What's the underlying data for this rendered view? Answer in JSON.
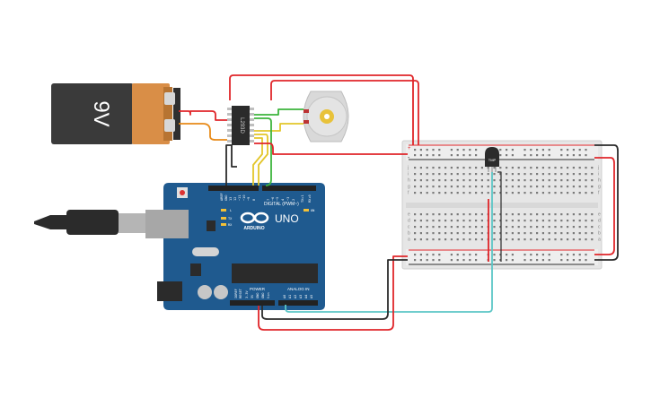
{
  "battery": {
    "label": "9V",
    "body_color": "#3a3a3a",
    "cap_color": "#d98e47"
  },
  "driver_chip": {
    "label": "L293D"
  },
  "motor": {
    "hub_color": "#e8c23a"
  },
  "arduino": {
    "board_color": "#1f5a8f",
    "logo_text": "ARDUINO",
    "model": "UNO",
    "header_digital": "DIGITAL (PWM~)",
    "header_power": "POWER",
    "header_analog": "ANALOG IN",
    "label_aref": "AREF",
    "label_gnd": "GND",
    "label_13": "13",
    "label_12": "12",
    "label_11": "~11",
    "label_10": "~10",
    "label_9": "~9",
    "label_8": "8",
    "label_7": "7",
    "label_6": "~6",
    "label_5": "~5",
    "label_4": "4",
    "label_3": "~3",
    "label_2": "2",
    "label_tx": "TX▸1",
    "label_rx": "RX◂0",
    "led_l": "L",
    "led_tx": "TX",
    "led_rx": "RX",
    "led_on": "ON",
    "label_ioref": "IOREF",
    "label_reset": "RESET",
    "label_3v3": "3.3V",
    "label_5v": "5V",
    "label_gnd1": "GND",
    "label_gnd2": "GND",
    "label_vin": "Vin",
    "label_a0": "A0",
    "label_a1": "A1",
    "label_a2": "A2",
    "label_a3": "A3",
    "label_a4": "A4",
    "label_a5": "A5"
  },
  "breadboard": {
    "row_letters_top": [
      "j",
      "i",
      "h",
      "g",
      "f"
    ],
    "row_letters_bottom": [
      "e",
      "d",
      "c",
      "b",
      "a"
    ],
    "rail_plus": "+",
    "rail_minus": "-"
  },
  "sensor": {
    "label": "TMP"
  },
  "colors": {
    "wire_red": "#e0262a",
    "wire_black": "#2b2b2b",
    "wire_green": "#3cb43c",
    "wire_yellow": "#e3c62a",
    "wire_orange": "#e88a18",
    "wire_teal": "#5cc6c6"
  }
}
